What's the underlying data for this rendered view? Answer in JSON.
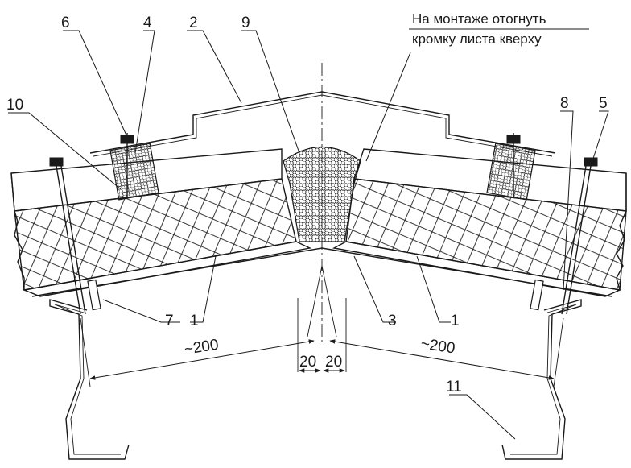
{
  "note": {
    "line1": "На монтаже отогнуть",
    "line2": "кромку листа кверху"
  },
  "callouts": [
    "6",
    "4",
    "2",
    "9",
    "10",
    "8",
    "5",
    "7",
    "1",
    "3",
    "1",
    "11"
  ],
  "dimensions": {
    "left_span": "~200",
    "right_span": "~200",
    "gap_left": "20",
    "gap_right": "20"
  }
}
